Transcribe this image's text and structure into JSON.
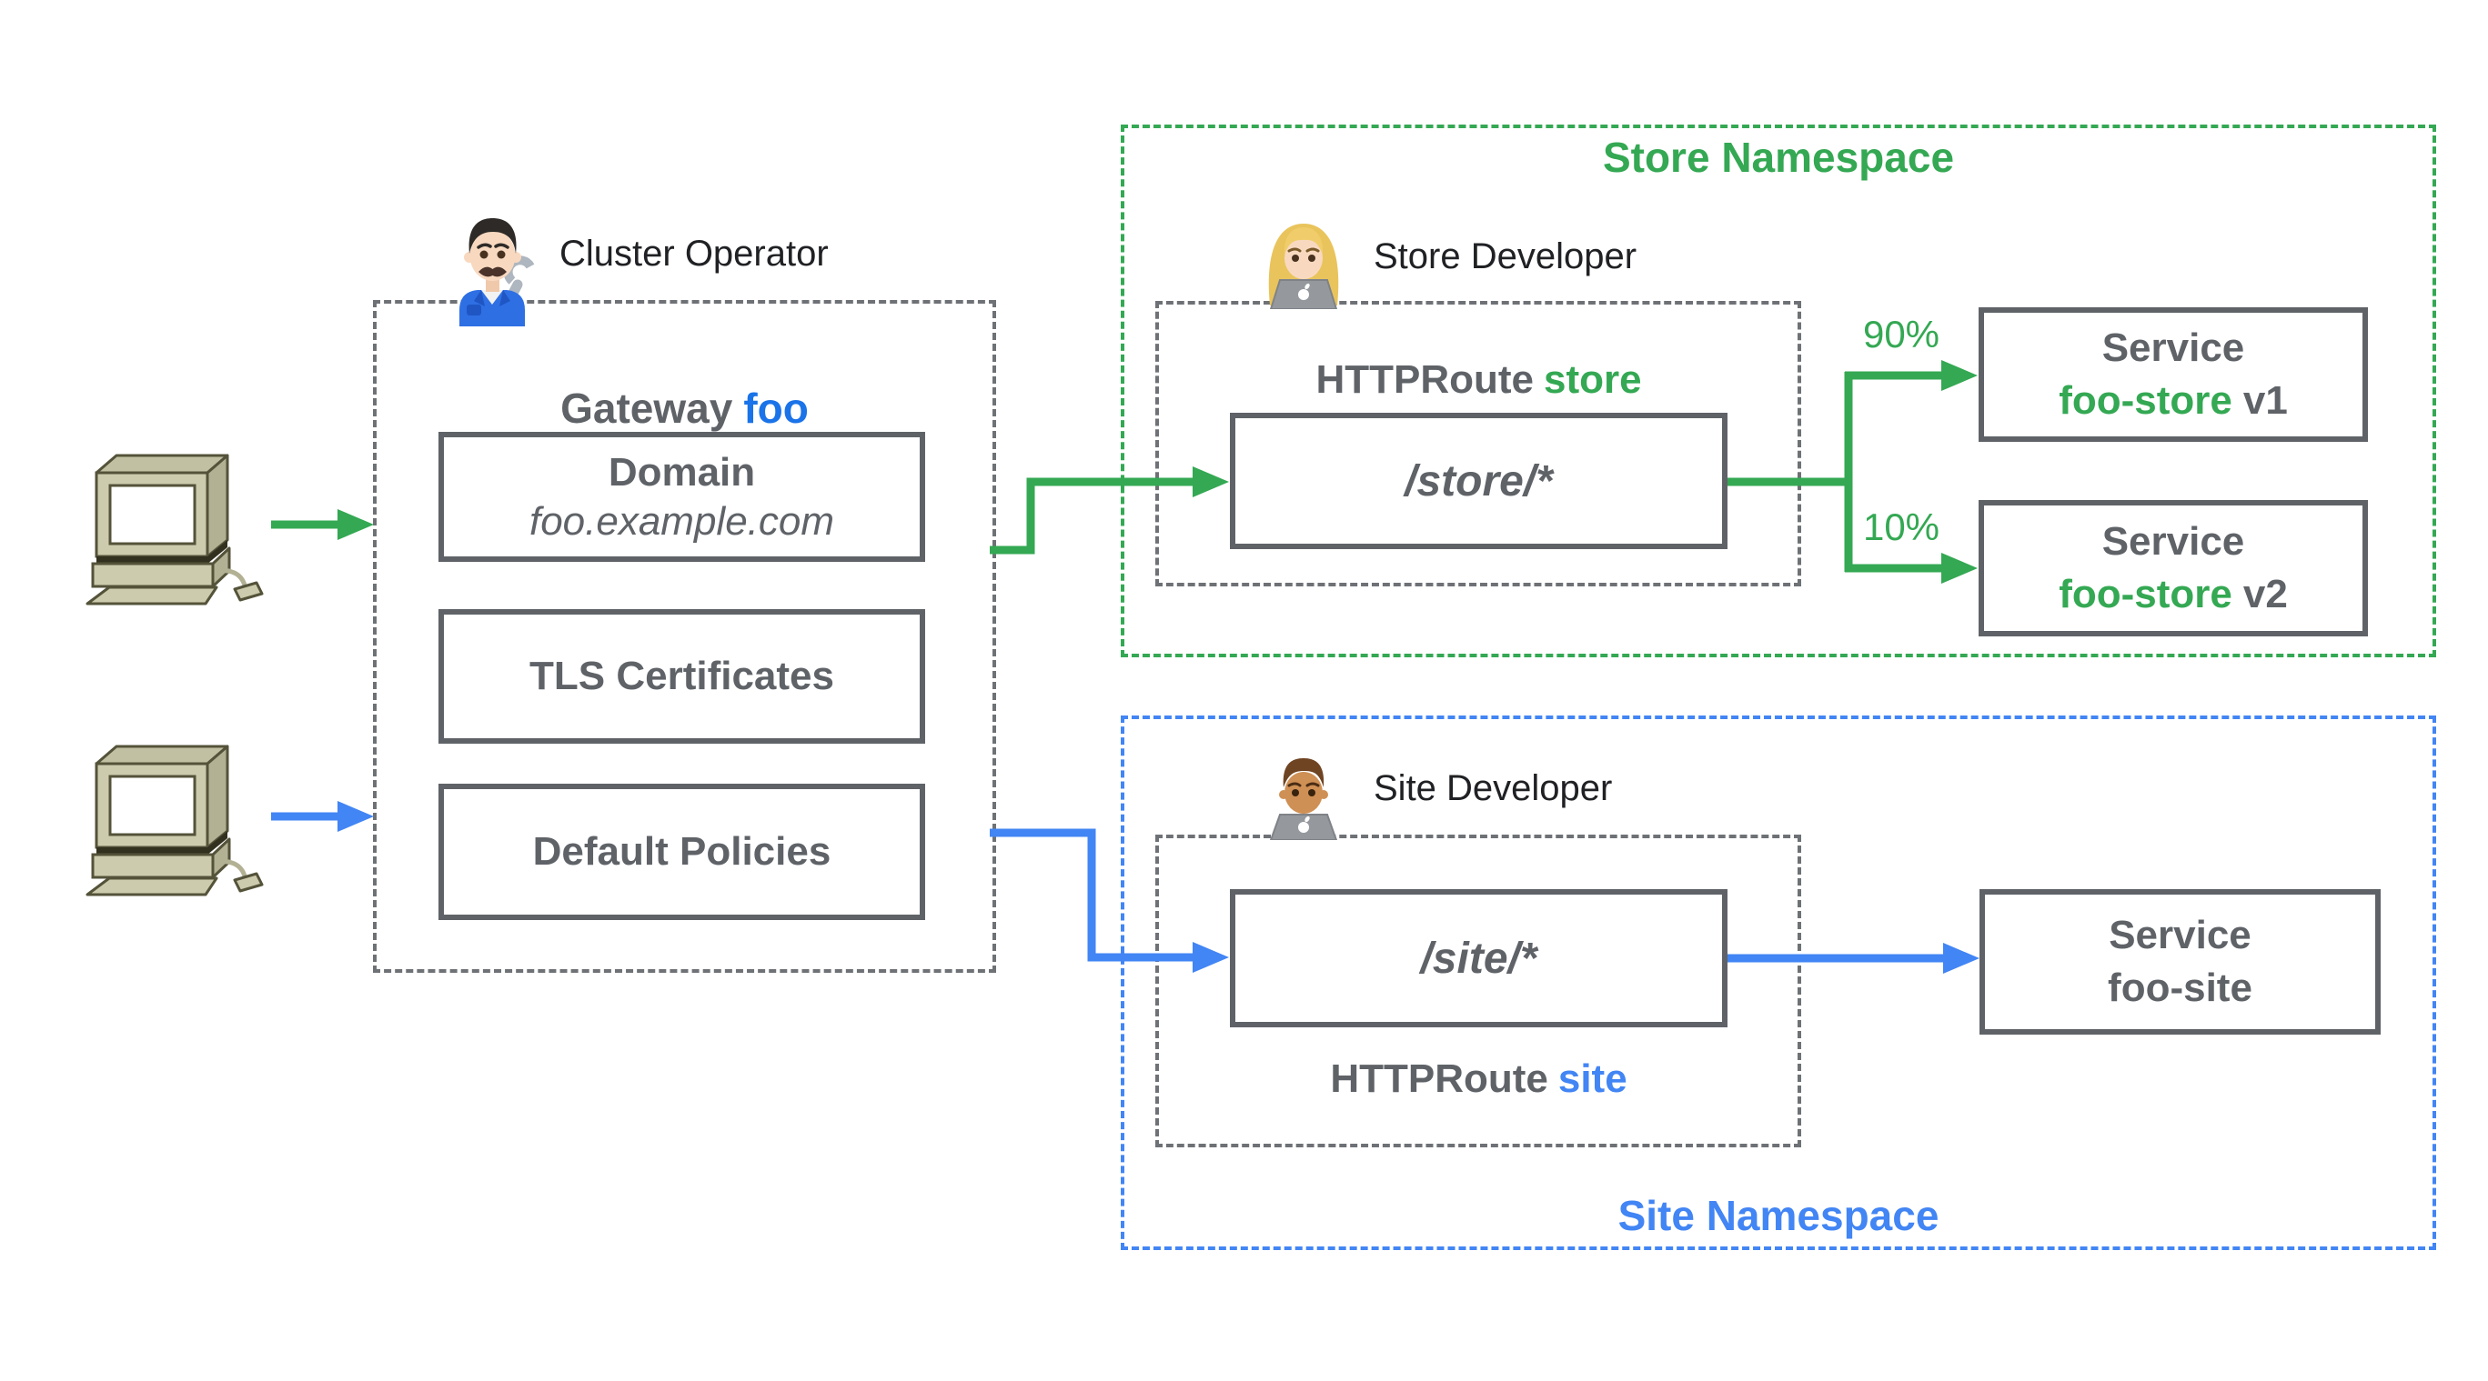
{
  "colors": {
    "green": "#34a853",
    "blue": "#4285f4",
    "gateway_name_blue": "#1a73e8",
    "gray": "#5f6368",
    "text_black": "#202124"
  },
  "clients": {
    "icon": "desktop-computer",
    "count": 2
  },
  "cluster_operator": {
    "label": "Cluster Operator",
    "icon": "man-mechanic"
  },
  "gateway": {
    "title_prefix": "Gateway",
    "title_name": "foo",
    "boxes": [
      {
        "title": "Domain",
        "subtitle": "foo.example.com"
      },
      {
        "title": "TLS Certificates"
      },
      {
        "title": "Default Policies"
      }
    ]
  },
  "store": {
    "namespace_label": "Store Namespace",
    "developer_label": "Store Developer",
    "developer_icon": "woman-technologist",
    "route_prefix": "HTTPRoute",
    "route_name": "store",
    "route_path": "/store/*",
    "weight_v1": "90%",
    "weight_v2": "10%",
    "services": [
      {
        "title": "Service",
        "name": "foo-store",
        "version": "v1"
      },
      {
        "title": "Service",
        "name": "foo-store",
        "version": "v2"
      }
    ]
  },
  "site": {
    "namespace_label": "Site Namespace",
    "developer_label": "Site Developer",
    "developer_icon": "man-technologist",
    "route_prefix": "HTTPRoute",
    "route_name": "site",
    "route_path": "/site/*",
    "service": {
      "title": "Service",
      "name": "foo-site"
    }
  }
}
